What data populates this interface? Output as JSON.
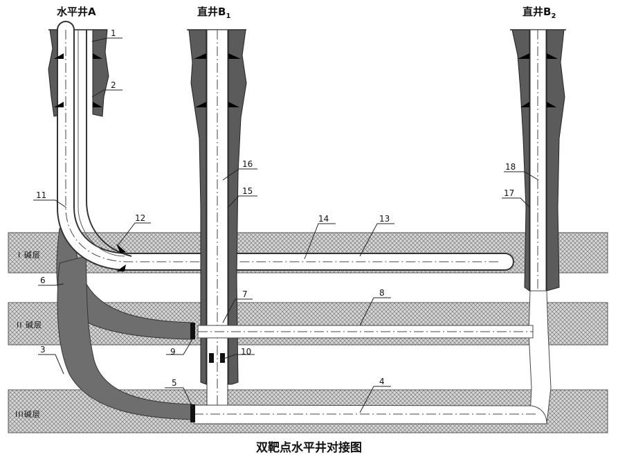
{
  "caption": "双靶点水平井对接图",
  "wells": {
    "A": {
      "name": "水平井A"
    },
    "B1": {
      "name": "直井B",
      "sub": "1"
    },
    "B2": {
      "name": "直井B",
      "sub": "2"
    }
  },
  "layers": [
    "I 碱层",
    "II 碱层",
    "III碱层"
  ],
  "callouts": {
    "n1": "1",
    "n2": "2",
    "n3": "3",
    "n4": "4",
    "n5": "5",
    "n6": "6",
    "n7": "7",
    "n8": "8",
    "n9": "9",
    "n10": "10",
    "n11": "11",
    "n12": "12",
    "n13": "13",
    "n14": "14",
    "n15": "15",
    "n16": "16",
    "n17": "17",
    "n18": "18"
  }
}
